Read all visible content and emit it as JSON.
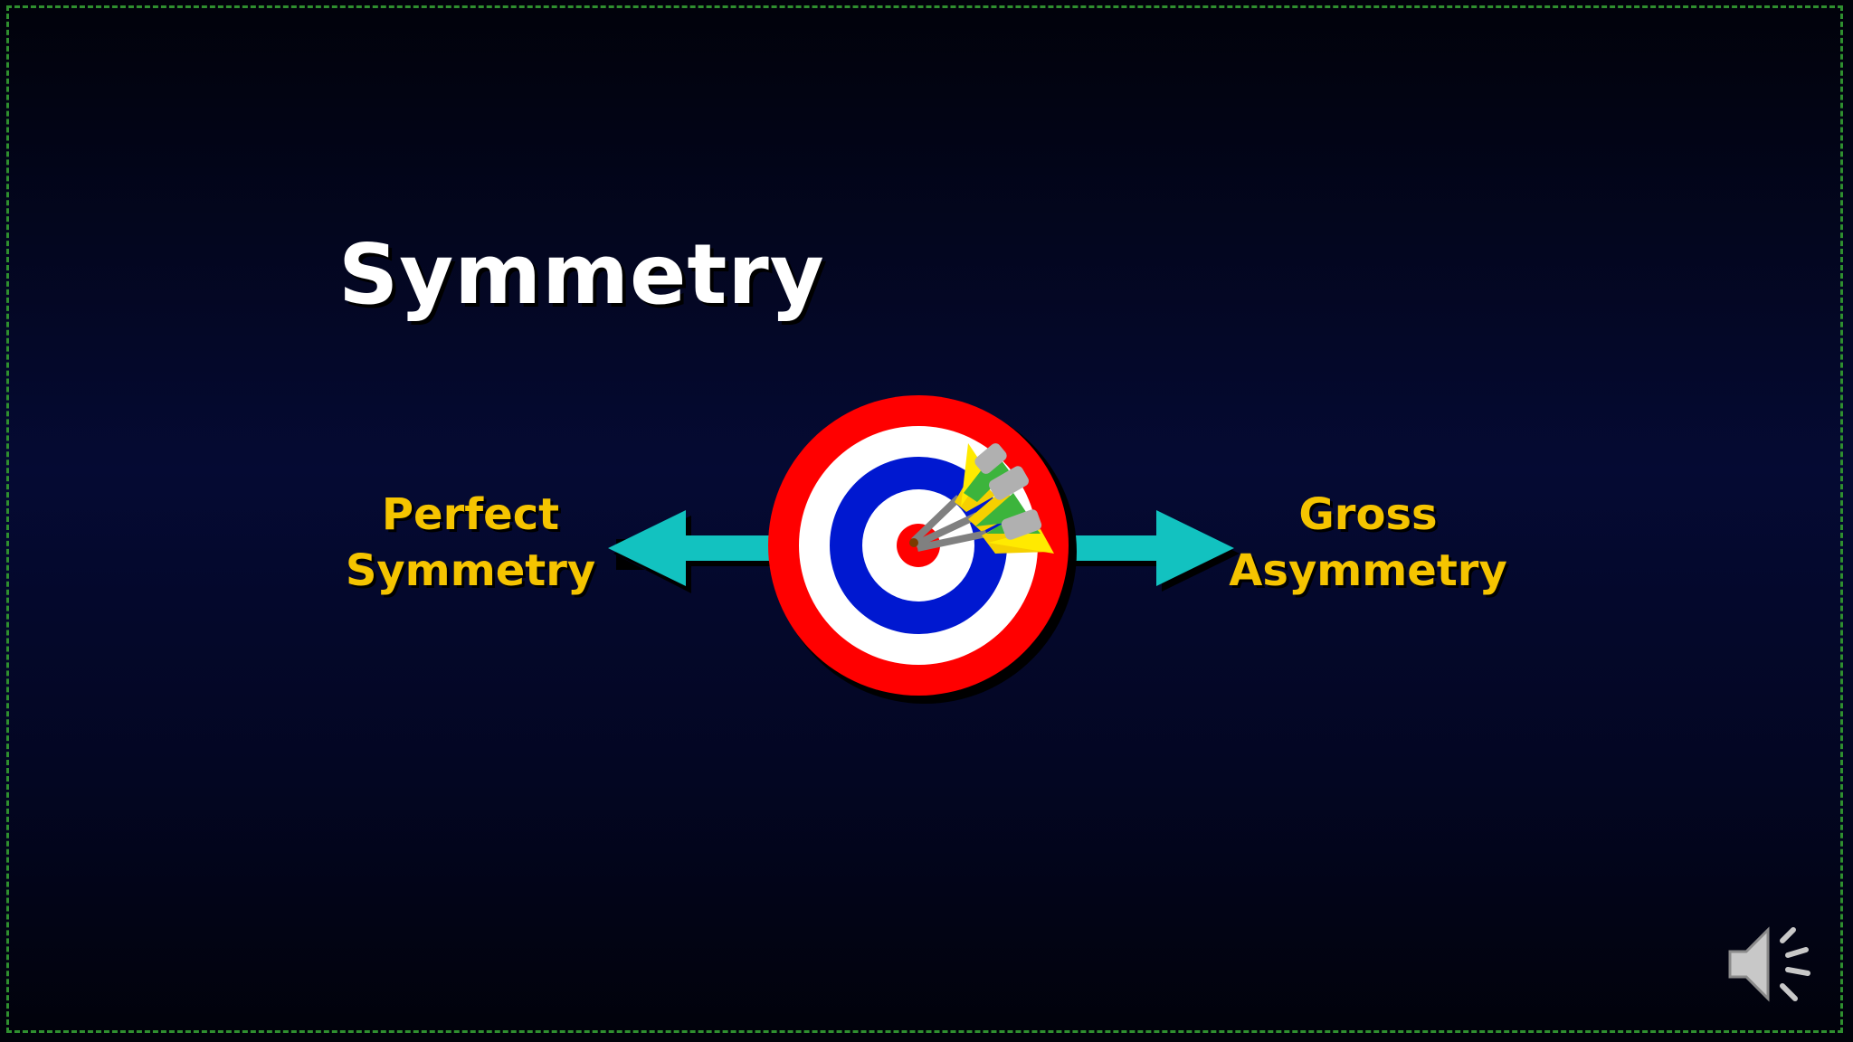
{
  "slide": {
    "title": "Symmetry",
    "left_label_line1": "Perfect",
    "left_label_line2": "Symmetry",
    "right_label_line1": "Gross",
    "right_label_line2": "Asymmetry"
  },
  "icons": {
    "target": "dartboard-target-icon",
    "left_arrow": "arrow-left-icon",
    "right_arrow": "arrow-right-icon",
    "audio": "speaker-audio-icon"
  },
  "colors": {
    "title": "#ffffff",
    "labels": "#f5c400",
    "arrows": "#12c2c0",
    "target_red": "#ff0000",
    "target_blue": "#0018d0",
    "target_white": "#ffffff"
  }
}
